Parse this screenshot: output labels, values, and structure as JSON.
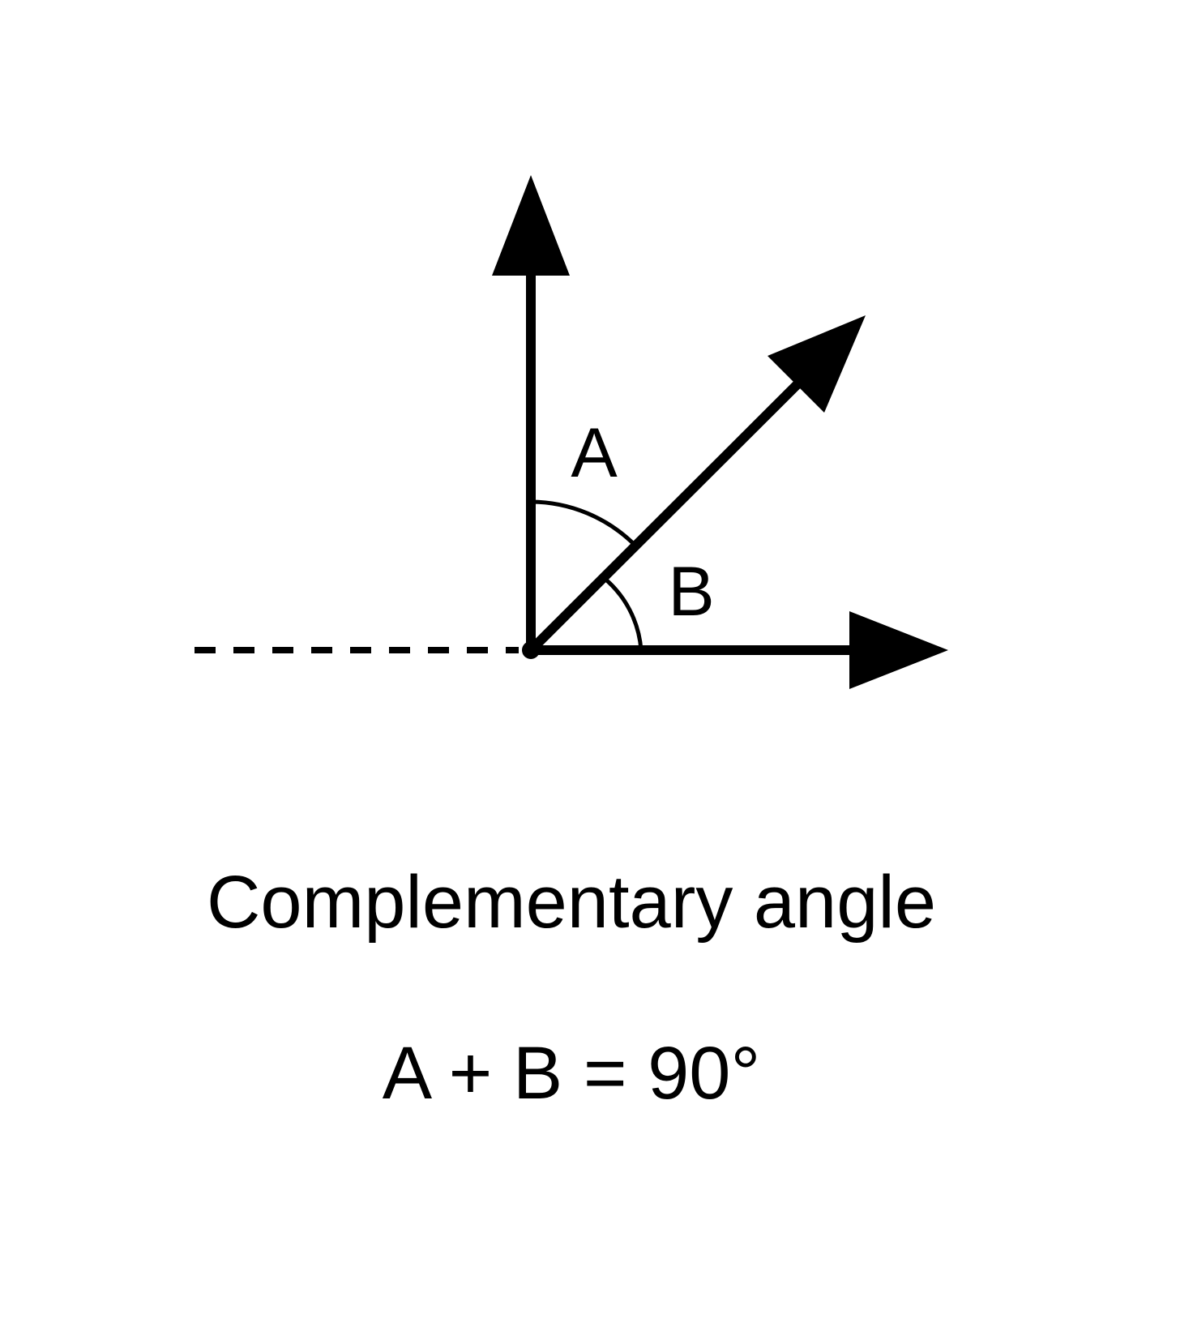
{
  "diagram": {
    "angle_a_label": "A",
    "angle_b_label": "B",
    "caption": "Complementary angle",
    "equation": "A + B = 90°",
    "ink_color": "#000000",
    "background_color": "#ffffff"
  }
}
